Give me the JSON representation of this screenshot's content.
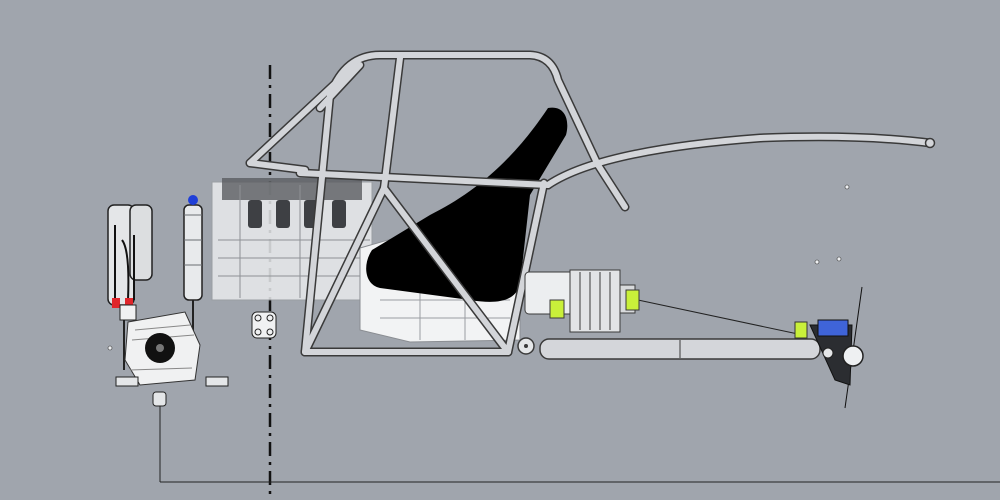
{
  "viewport": {
    "background": "#a0a5ad",
    "tube_fill": "#d2d4d8",
    "tube_edge": "#3a3a3a",
    "seat_color": "#000000",
    "ghost_color": "#e6e8ea",
    "accent_red": "#e0262b",
    "accent_blue": "#1f3fd8",
    "accent_lime": "#c9f03a",
    "icons": [
      "roll-cage",
      "seat",
      "engine-block",
      "steering-rack",
      "shock-absorber",
      "fuel-pump",
      "wheel-hub"
    ]
  }
}
